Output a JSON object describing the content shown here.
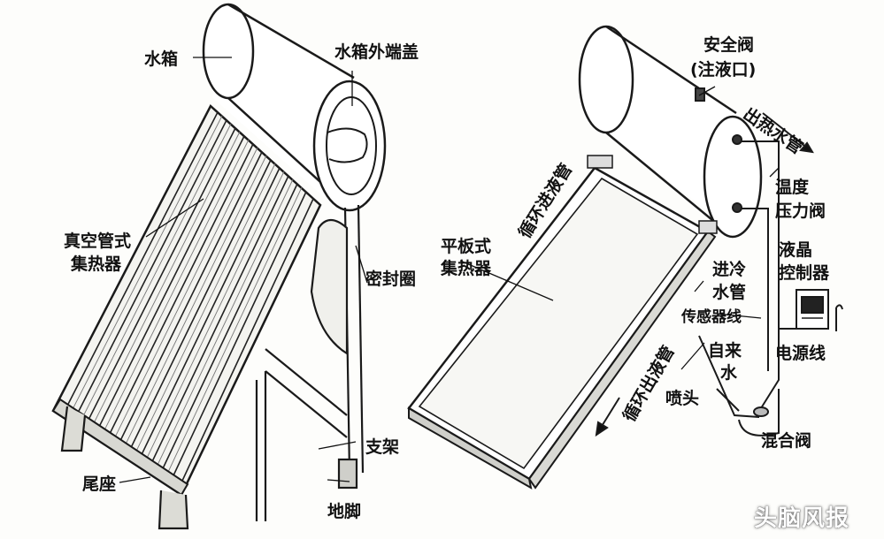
{
  "left_heater": {
    "tank": "水箱",
    "end_cap": "水箱外端盖",
    "collector": [
      "真空管式",
      "集热器"
    ],
    "seal": "密封圈",
    "tail_seat": "尾座",
    "stand": "支架",
    "foot": "地脚"
  },
  "right_heater": {
    "safety_valve": [
      "安全阀",
      "(注液口)"
    ],
    "hot_outlet": "出热水管",
    "temp_pressure_valve": [
      "温度",
      "压力阀"
    ],
    "circ_inlet": "循环进液管",
    "flat_collector": [
      "平板式",
      "集热器"
    ],
    "cold_inlet": [
      "进冷",
      "水管"
    ],
    "lcd_controller": [
      "液晶",
      "控制器"
    ],
    "sensor_wire": "传感器线",
    "tap_water": [
      "自来",
      "水"
    ],
    "power_wire": "电源线",
    "circ_outlet": "循环出液管",
    "nozzle": "喷头",
    "mixing_valve": "混合阀"
  },
  "watermark": "头脑风报"
}
